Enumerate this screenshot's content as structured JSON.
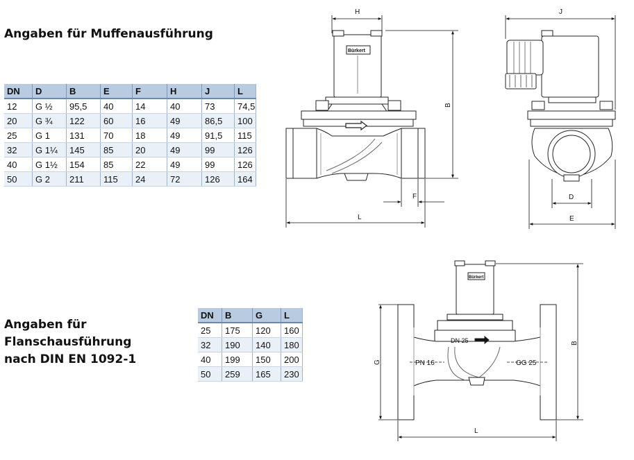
{
  "headings": {
    "muffen": "Angaben für Muffenausführung",
    "flansch": [
      "Angaben für",
      "Flanschausführung",
      "nach DIN EN 1092-1"
    ]
  },
  "muffen_table": {
    "headers": [
      "DN",
      "D",
      "B",
      "E",
      "F",
      "H",
      "J",
      "L"
    ],
    "rows": [
      [
        "12",
        "G ½",
        "95,5",
        "40",
        "14",
        "40",
        "73",
        "74,5"
      ],
      [
        "20",
        "G ¾",
        "122",
        "60",
        "16",
        "49",
        "86,5",
        "100"
      ],
      [
        "25",
        "G 1",
        "131",
        "70",
        "18",
        "49",
        "91,5",
        "115"
      ],
      [
        "32",
        "G 1¼",
        "145",
        "85",
        "20",
        "49",
        "99",
        "126"
      ],
      [
        "40",
        "G 1½",
        "154",
        "85",
        "22",
        "49",
        "99",
        "126"
      ],
      [
        "50",
        "G 2",
        "211",
        "115",
        "24",
        "72",
        "126",
        "164"
      ]
    ]
  },
  "flansch_table": {
    "headers": [
      "DN",
      "B",
      "G",
      "L"
    ],
    "rows": [
      [
        "25",
        "175",
        "120",
        "160"
      ],
      [
        "32",
        "190",
        "140",
        "180"
      ],
      [
        "40",
        "199",
        "150",
        "200"
      ],
      [
        "50",
        "259",
        "165",
        "230"
      ]
    ]
  },
  "drawing_labels": {
    "front": {
      "H": "H",
      "B": "B",
      "F": "F",
      "L": "L"
    },
    "side": {
      "J": "J",
      "D": "D",
      "E": "E"
    },
    "flange": {
      "B": "B",
      "G": "G",
      "L": "L",
      "dn": "DN 25",
      "pn": "PN 16",
      "gg": "GG 25"
    },
    "brand": "Bürkert"
  }
}
